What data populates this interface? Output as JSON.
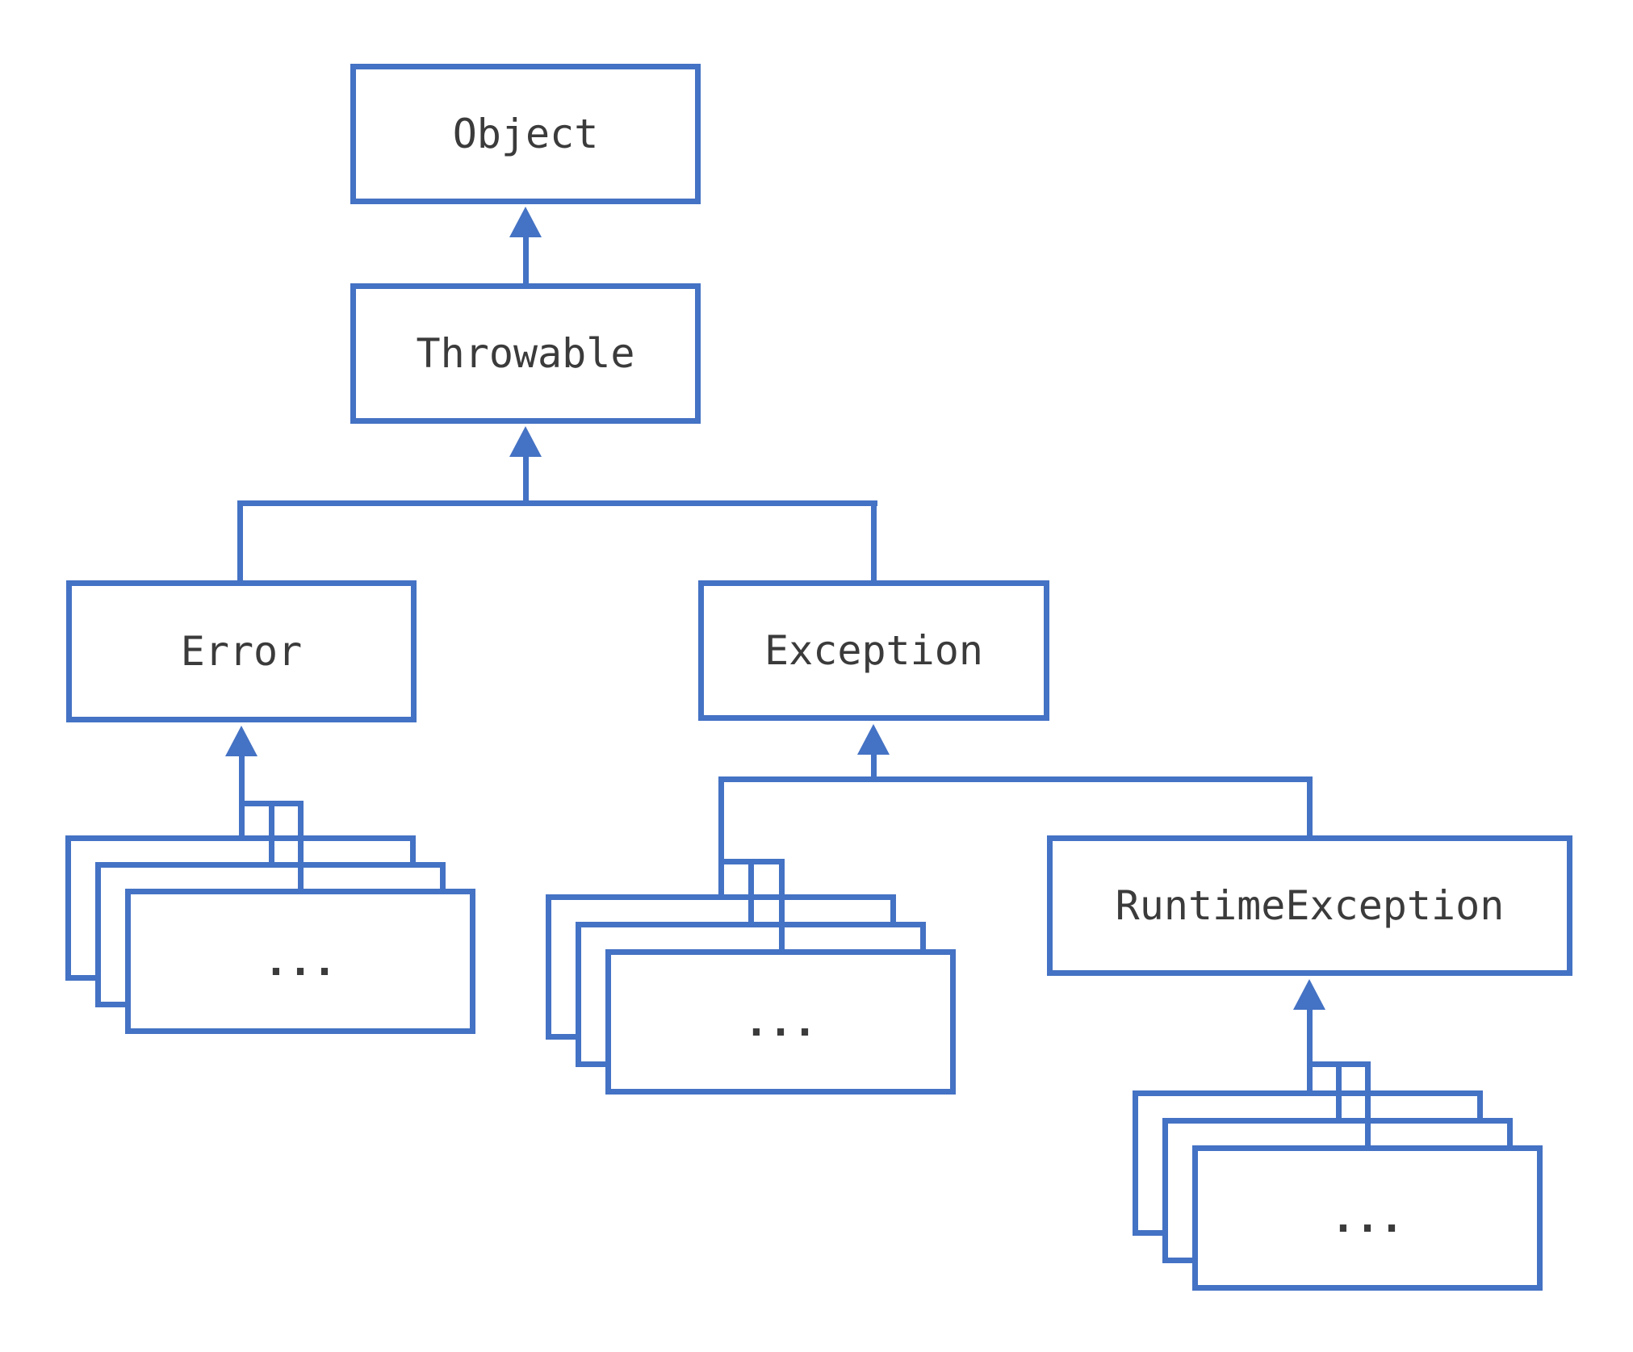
{
  "diagram": {
    "type": "class-hierarchy",
    "nodes": {
      "object": {
        "label": "Object"
      },
      "throwable": {
        "label": "Throwable"
      },
      "error": {
        "label": "Error"
      },
      "exception": {
        "label": "Exception"
      },
      "runtime_exception": {
        "label": "RuntimeException"
      },
      "error_subclasses": {
        "label": "..."
      },
      "exception_subclasses": {
        "label": "..."
      },
      "runtime_exception_subclasses": {
        "label": "..."
      }
    },
    "edges": [
      {
        "from": "Throwable",
        "to": "Object"
      },
      {
        "from": "Error",
        "to": "Throwable"
      },
      {
        "from": "Exception",
        "to": "Throwable"
      },
      {
        "from": "error_subclasses",
        "to": "Error"
      },
      {
        "from": "exception_subclasses",
        "to": "Exception"
      },
      {
        "from": "RuntimeException",
        "to": "Exception"
      },
      {
        "from": "runtime_exception_subclasses",
        "to": "RuntimeException"
      }
    ],
    "colors": {
      "line": "#4472C4",
      "text": "#3B3B3B",
      "background": "#FFFFFF"
    }
  }
}
